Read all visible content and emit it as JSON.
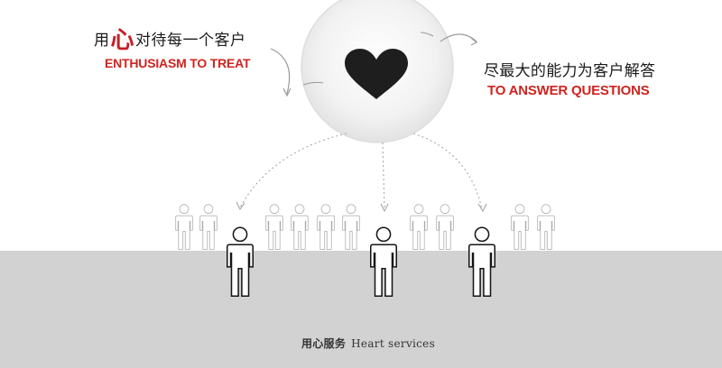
{
  "left_caption": {
    "cn_prefix": "用",
    "cn_heart": "心",
    "cn_suffix": "对待每一个客户",
    "en": "ENTHUSIASM TO TREAT"
  },
  "right_caption": {
    "cn": "尽最大的能力为客户解答",
    "en": "TO ANSWER QUESTIONS"
  },
  "footer": {
    "cn": "用心服务",
    "en": "Heart services"
  },
  "colors": {
    "accent_red": "#d0231f",
    "heart": "#1e1e1e",
    "floor": "#d2d2d2"
  },
  "icons": {
    "center": "heart-icon",
    "people": "person-icon"
  }
}
